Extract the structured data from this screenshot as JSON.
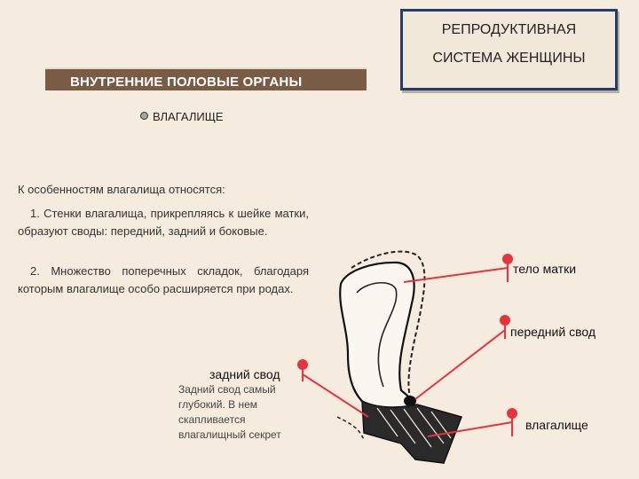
{
  "header": {
    "title_line1": "РЕПРОДУКТИВНАЯ",
    "title_line2": "СИСТЕМА ЖЕНЩИНЫ"
  },
  "section": {
    "title": "ВНУТРЕННИЕ ПОЛОВЫЕ ОРГАНЫ",
    "bullet_item": "ВЛАГАЛИЩЕ"
  },
  "text": {
    "intro": "К особенностям влагалища относятся:",
    "point1": "1. Стенки влагалища, прикрепляясь к шейке матки, образуют своды: передний, задний и боковые.",
    "point2": "2. Множество поперечных складок, благодаря которым влагалище особо расширяется при родах."
  },
  "diagram": {
    "labels": {
      "uterus_body": "тело матки",
      "anterior_fornix": "передний свод",
      "vagina": "влагалище",
      "posterior_fornix": "задний свод"
    },
    "posterior_note": "Задний свод самый глубокий. В нем скапливается влагалищный секрет",
    "pointer_color": "#e8323c"
  }
}
